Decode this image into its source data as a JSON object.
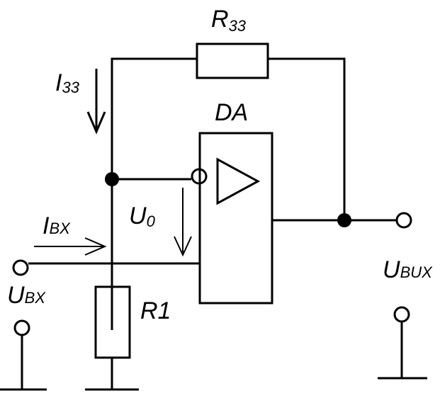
{
  "labels": {
    "r_fb_main": "R",
    "r_fb_sub": "33",
    "i_fb_main": "I",
    "i_fb_sub": "33",
    "opamp": "DA",
    "u0_main": "U",
    "u0_sub": "0",
    "i_in_main": "I",
    "i_in_sub": "BX",
    "u_in_main": "U",
    "u_in_sub": "BX",
    "r1": "R1",
    "u_out_main": "U",
    "u_out_sub": "BUX"
  },
  "colors": {
    "line": "#000000",
    "background": "#ffffff"
  }
}
